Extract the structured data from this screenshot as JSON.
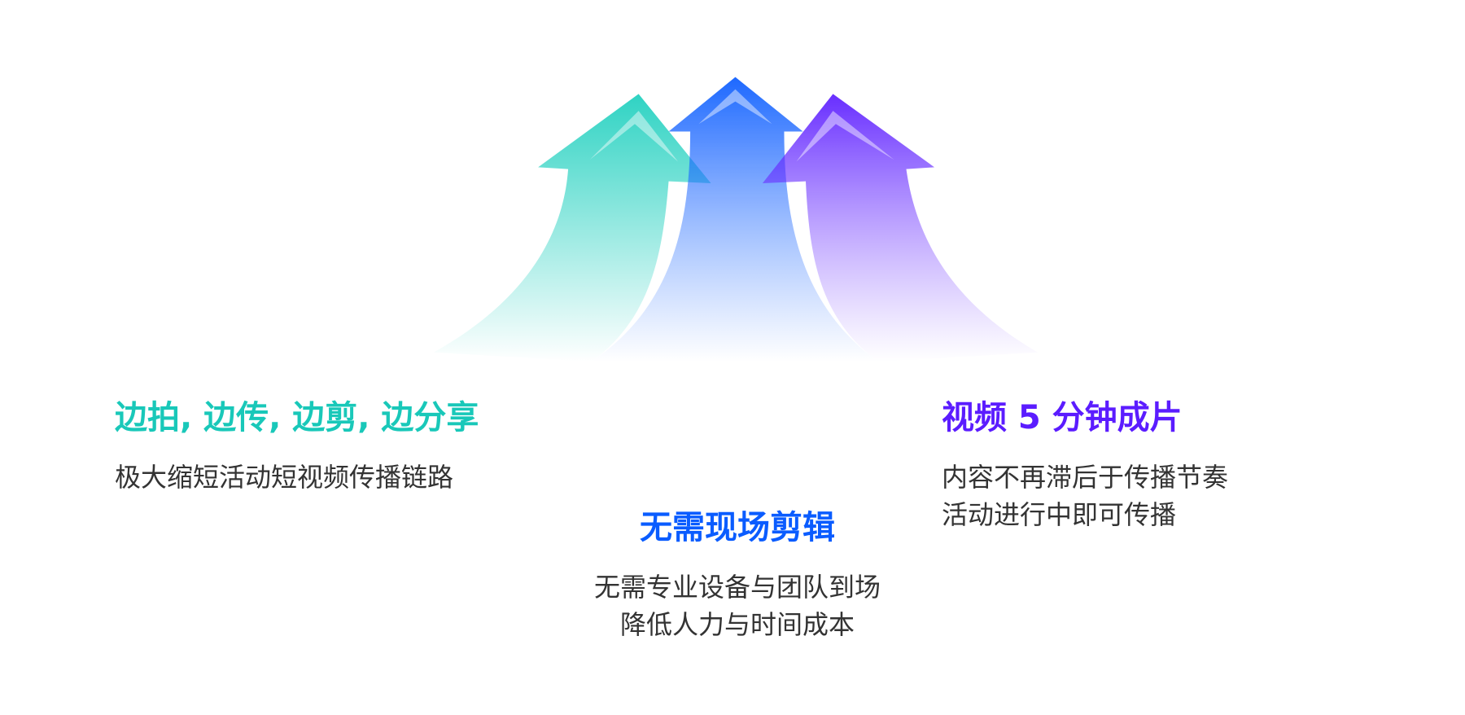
{
  "colors": {
    "teal": "#19c8b9",
    "blue": "#0a5cff",
    "purple": "#5b1cff",
    "text": "#333333"
  },
  "features": [
    {
      "title": "边拍, 边传, 边剪, 边分享",
      "lines": [
        "极大缩短活动短视频传播链路"
      ]
    },
    {
      "title": "无需现场剪辑",
      "lines": [
        "无需专业设备与团队到场",
        "降低人力与时间成本"
      ]
    },
    {
      "title": "视频 5 分钟成片",
      "lines": [
        "内容不再滞后于传播节奏",
        "活动进行中即可传播"
      ]
    }
  ]
}
